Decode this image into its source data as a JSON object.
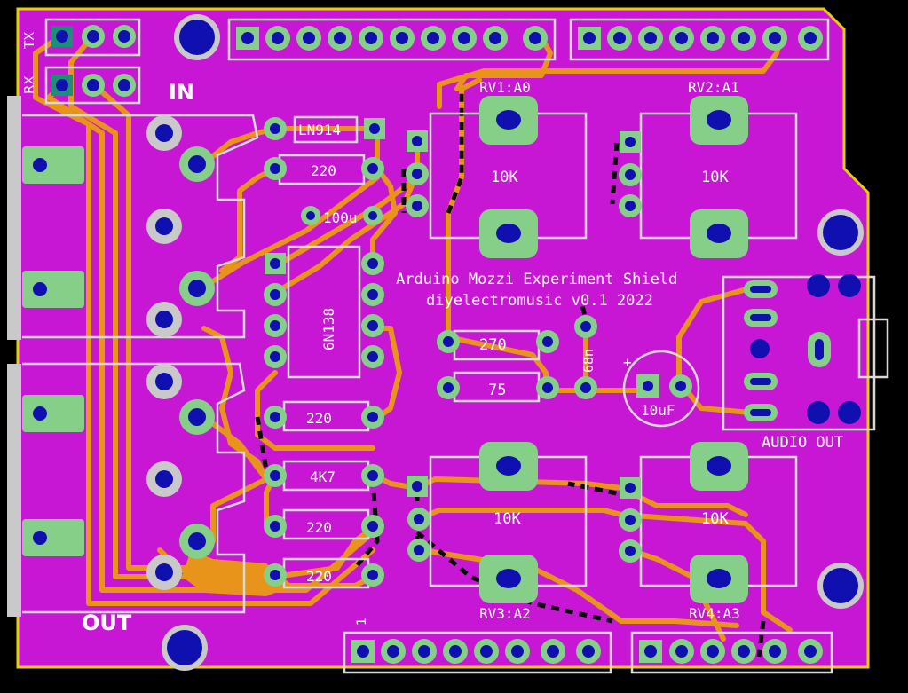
{
  "board": {
    "title_line1": "Arduino Mozzi Experiment Shield",
    "title_line2": "diyelectromusic v0.1 2022",
    "colors": {
      "background": "#000000",
      "board": "#c817d4",
      "outline": "#e7d000",
      "copper_top": "#e89319",
      "copper_bottom": "#0b0b0b",
      "pad_hole": "#1010b0",
      "silkscreen": "#ffffff",
      "pad_bottom": "#85cf88",
      "pad_square": "#1e8e7a"
    }
  },
  "labels": {
    "tx": "TX",
    "rx": "RX",
    "in": "IN",
    "out": "OUT",
    "pin_one": "1",
    "audio_out": "AUDIO OUT"
  },
  "components": {
    "d1": "LN914",
    "r_top": "220",
    "c_100u": "100u",
    "optocoupler": "6N138",
    "r_270": "270",
    "r_75": "75",
    "c_68n": "68n",
    "c_10uf": "10uF",
    "c_plus": "+",
    "r_mid1": "220",
    "r_4k7": "4K7",
    "r_mid2": "220",
    "r_mid3": "220"
  },
  "pots": [
    {
      "ref": "RV1:A0",
      "value": "10K"
    },
    {
      "ref": "RV2:A1",
      "value": "10K"
    },
    {
      "ref": "RV3:A2",
      "value": "10K"
    },
    {
      "ref": "RV4:A3",
      "value": "10K"
    }
  ]
}
